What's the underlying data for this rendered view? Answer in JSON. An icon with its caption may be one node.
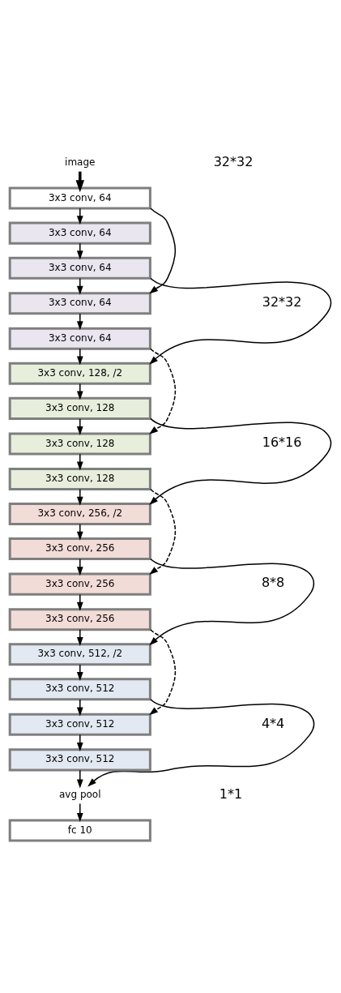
{
  "diagram": {
    "nodes": [
      {
        "text": [
          "image"
        ]
      },
      {
        "text": [
          "3x3 conv, 64"
        ]
      },
      {
        "text": [
          "3x3 conv, 64"
        ]
      },
      {
        "text": [
          "3x3 conv, 64"
        ]
      },
      {
        "text": [
          "3x3 conv, 64"
        ]
      },
      {
        "text": [
          "3x3 conv, 64"
        ]
      },
      {
        "text": [
          "3x3 conv, 128, /2"
        ]
      },
      {
        "text": [
          "3x3 conv, 128"
        ]
      },
      {
        "text": [
          "3x3 conv, 128"
        ]
      },
      {
        "text": [
          "3x3 conv, 128"
        ]
      },
      {
        "text": [
          "3x3 conv, 256, /2"
        ]
      },
      {
        "text": [
          "3x3 conv, 256"
        ]
      },
      {
        "text": [
          "3x3 conv, 256"
        ]
      },
      {
        "text": [
          "3x3 conv, 256"
        ]
      },
      {
        "text": [
          "3x3 conv, 512, /2"
        ]
      },
      {
        "text": [
          "3x3 conv, 512"
        ]
      },
      {
        "text": [
          "3x3 conv, 512"
        ]
      },
      {
        "text": [
          "3x3 conv, 512"
        ]
      },
      {
        "text": [
          "avg pool"
        ]
      },
      {
        "text": [
          "fc 10"
        ]
      }
    ],
    "edges": [
      {
        "from": 0,
        "to": 1,
        "arrow": "to",
        "style": "thick"
      },
      {
        "from": 1,
        "to": 2,
        "arrow": "to"
      },
      {
        "from": 2,
        "to": 3,
        "arrow": "to"
      },
      {
        "from": 3,
        "to": 4,
        "arrow": "to"
      },
      {
        "from": 4,
        "to": 5,
        "arrow": "to"
      },
      {
        "from": 5,
        "to": 6,
        "arrow": "to"
      },
      {
        "from": 6,
        "to": 7,
        "arrow": "to"
      },
      {
        "from": 7,
        "to": 8,
        "arrow": "to"
      },
      {
        "from": 8,
        "to": 9,
        "arrow": "to"
      },
      {
        "from": 9,
        "to": 10,
        "arrow": "to"
      },
      {
        "from": 10,
        "to": 11,
        "arrow": "to"
      },
      {
        "from": 11,
        "to": 12,
        "arrow": "to"
      },
      {
        "from": 12,
        "to": 13,
        "arrow": "to"
      },
      {
        "from": 13,
        "to": 14,
        "arrow": "to"
      },
      {
        "from": 14,
        "to": 15,
        "arrow": "to"
      },
      {
        "from": 15,
        "to": 16,
        "arrow": "to"
      },
      {
        "from": 16,
        "to": 17,
        "arrow": "to"
      },
      {
        "from": 17,
        "to": 18,
        "arrow": "to"
      },
      {
        "from": 18,
        "to": 19,
        "arrow": "to"
      },
      {
        "from": 1,
        "to": 4,
        "arrow": "to"
      },
      {
        "from": 3,
        "to": 6,
        "arrow": "to"
      },
      {
        "from": 5,
        "to": 8,
        "arrow": "to",
        "style": "dashed"
      },
      {
        "from": 7,
        "to": 10,
        "arrow": "to"
      },
      {
        "from": 9,
        "to": 12,
        "arrow": "to",
        "style": "dashed"
      },
      {
        "from": 11,
        "to": 14,
        "arrow": "to"
      },
      {
        "from": 13,
        "to": 16,
        "arrow": "to",
        "style": "dashed"
      },
      {
        "from": 15,
        "to": 18,
        "arrow": "to"
      }
    ],
    "labels": [
      "32*32",
      "32*32",
      "16*16",
      "8*8",
      "4*4",
      "1*1"
    ]
  }
}
